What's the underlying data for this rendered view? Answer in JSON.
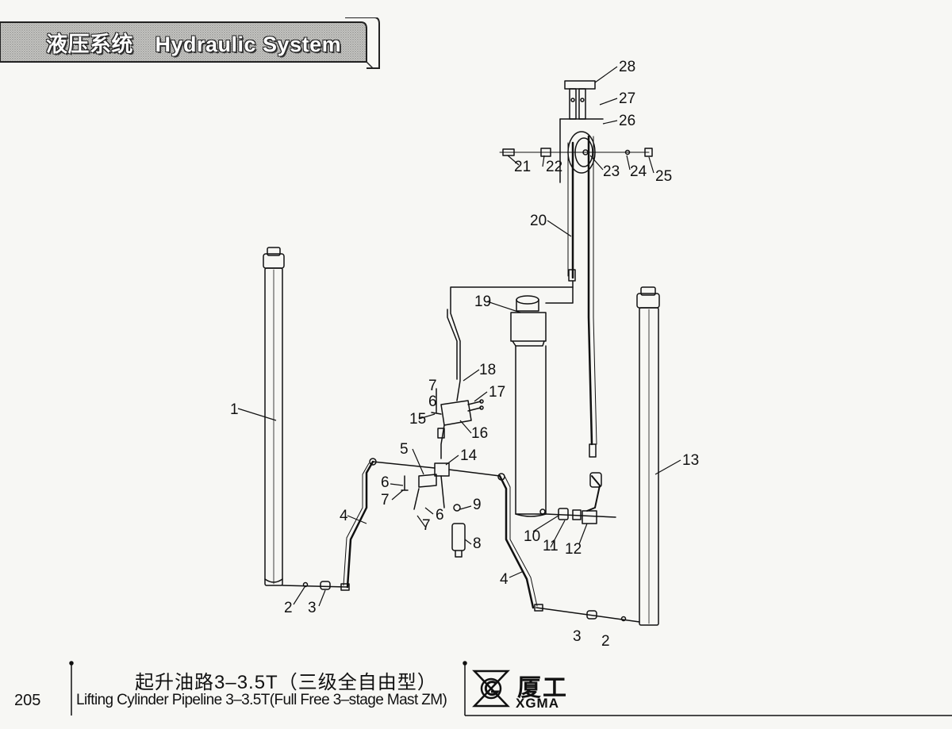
{
  "header": {
    "title": "液压系统　Hydraulic System"
  },
  "footer": {
    "page_number": "205",
    "title_cn": "起升油路3–3.5T（三级全自由型）",
    "title_en": "Lifting Cylinder Pipeline 3–3.5T(Full Free 3–stage Mast ZM)"
  },
  "brand": {
    "name_cn": "厦工",
    "name_en": "XGMA",
    "logo_icon": "xgma-logo-icon"
  },
  "callouts": [
    "1",
    "2",
    "3",
    "4",
    "5",
    "6",
    "7",
    "8",
    "9",
    "10",
    "11",
    "12",
    "13",
    "14",
    "15",
    "16",
    "17",
    "18",
    "19",
    "20",
    "21",
    "22",
    "23",
    "24",
    "25",
    "26",
    "27",
    "28"
  ]
}
